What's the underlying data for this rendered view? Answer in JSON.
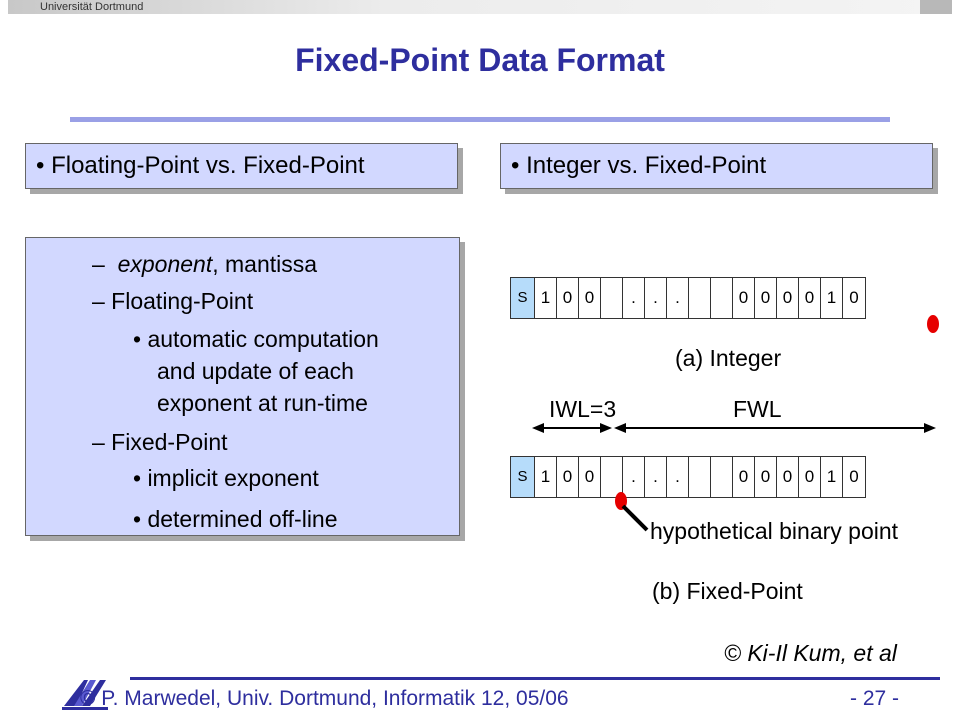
{
  "header": {
    "university": "Universität Dortmund"
  },
  "slide": {
    "title": "Fixed-Point Data Format"
  },
  "left_label": "• Floating-Point  vs. Fixed-Point",
  "right_label": "• Integer vs. Fixed-Point",
  "left_content": {
    "lines": [
      "– exponent, mantissa",
      "– Floating-Point",
      "• automatic computation",
      "and update of each",
      "exponent at run-time",
      "– Fixed-Point",
      "• implicit exponent",
      "• determined off-line"
    ],
    "exponent_word": "exponent",
    "mantissa_rest": ", mantissa"
  },
  "register_bits": [
    "S",
    "1",
    "0",
    "0",
    "",
    ".",
    ".",
    ".",
    "",
    "",
    "0",
    "0",
    "0",
    "0",
    "1",
    "0"
  ],
  "integer_caption": "(a) Integer",
  "iwl_label": "IWL=3",
  "fwl_label": "FWL",
  "binary_point_label": "hypothetical binary point",
  "fixed_caption": "(b) Fixed-Point",
  "credit": "© Ki-Il Kum, et al",
  "footer": {
    "text": "© P. Marwedel, Univ. Dortmund, Informatik 12, 05/06",
    "page": "- 27 -"
  },
  "colors": {
    "title": "#2e2e9e",
    "box_fill": "#d2d8ff",
    "sign_cell": "#b6dcfa",
    "marker": "#e60000"
  }
}
